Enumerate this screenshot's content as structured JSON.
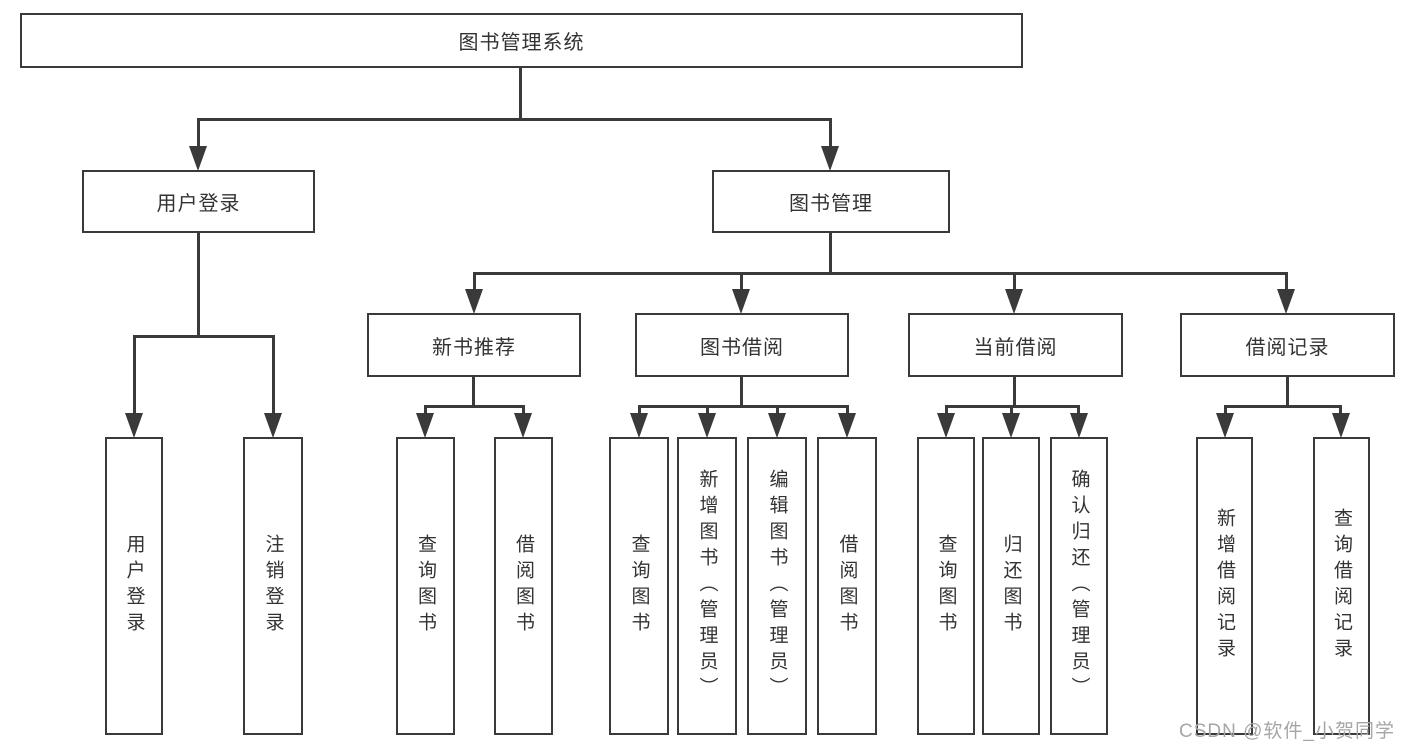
{
  "title": "图书管理系统",
  "branches": {
    "user": {
      "label": "用户登录",
      "children": [
        "用户登录",
        "注销登录"
      ]
    },
    "manage": {
      "label": "图书管理",
      "sections": [
        {
          "label": "新书推荐",
          "children": [
            "查询图书",
            "借阅图书"
          ]
        },
        {
          "label": "图书借阅",
          "children": [
            "查询图书",
            "新增图书（管理员）",
            "编辑图书（管理员）",
            "借阅图书"
          ]
        },
        {
          "label": "当前借阅",
          "children": [
            "查询图书",
            "归还图书",
            "确认归还（管理员）"
          ]
        },
        {
          "label": "借阅记录",
          "children": [
            "新增借阅记录",
            "查询借阅记录"
          ]
        }
      ]
    }
  },
  "watermark": "CSDN @软件_小贺同学",
  "colors": {
    "line": "#3a3a3a",
    "text": "#333333",
    "watermark": "#a6a6a6",
    "background": "#ffffff"
  }
}
